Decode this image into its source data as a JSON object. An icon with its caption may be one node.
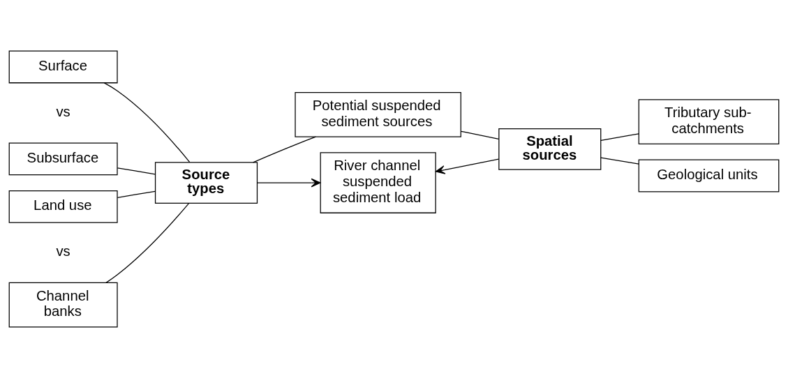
{
  "diagram": {
    "nodes": [
      {
        "text": [
          "Potential suspended sediment sources"
        ]
      },
      {
        "text": [
          "Surface"
        ]
      },
      {
        "text": [
          "Subsurface"
        ]
      },
      {
        "text": [
          "Source types"
        ]
      },
      {
        "text": [
          "Spatial sources"
        ]
      },
      {
        "text": [
          "Tributary sub-catchments"
        ]
      },
      {
        "text": [
          "Land use"
        ]
      },
      {
        "text": [
          "Geological units"
        ]
      },
      {
        "text": [
          "Channel banks"
        ]
      },
      {
        "text": [
          "River channel suspended sediment load"
        ]
      }
    ],
    "edges": [
      {
        "from": 0,
        "to": 3,
        "arrow": "none"
      },
      {
        "from": 0,
        "to": 4,
        "arrow": "none"
      },
      {
        "from": 1,
        "to": 3,
        "arrow": "none"
      },
      {
        "from": 2,
        "to": 3,
        "arrow": "none"
      },
      {
        "from": 6,
        "to": 3,
        "arrow": "none"
      },
      {
        "from": 8,
        "to": 3,
        "arrow": "none"
      },
      {
        "from": 4,
        "to": 5,
        "arrow": "none"
      },
      {
        "from": 4,
        "to": 7,
        "arrow": "none"
      },
      {
        "from": 3,
        "to": 9,
        "arrow": "to"
      },
      {
        "from": 4,
        "to": 9,
        "arrow": "to"
      }
    ],
    "labels": [
      "vs",
      "vs"
    ]
  }
}
